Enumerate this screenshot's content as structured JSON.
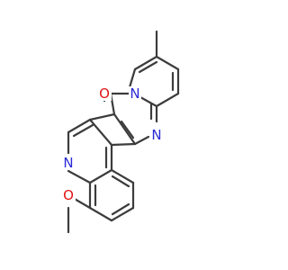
{
  "molecule": {
    "atoms": [
      {
        "id": "N_quinoline",
        "element": "N",
        "label": "N",
        "color": "#2b2bd6"
      },
      {
        "id": "N_pyrimidine",
        "element": "N",
        "label": "N",
        "color": "#2b2bd6"
      },
      {
        "id": "N_bridgehead",
        "element": "N",
        "label": "N",
        "color": "#2b2bd6"
      },
      {
        "id": "O_carbonyl",
        "element": "O",
        "label": "O",
        "color": "#e01414"
      },
      {
        "id": "O_methoxy",
        "element": "O",
        "label": "O",
        "color": "#e01414"
      }
    ],
    "bond_color": "#3c3c3c"
  }
}
